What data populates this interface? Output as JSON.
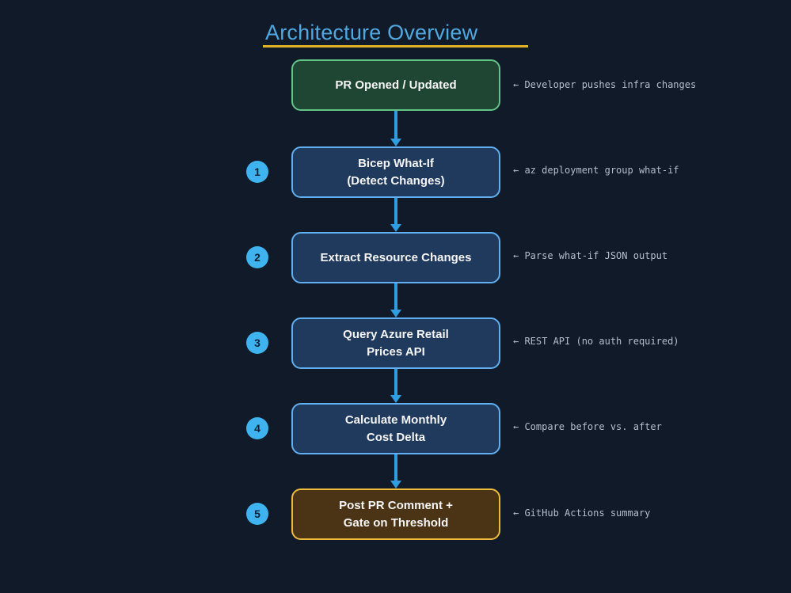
{
  "title": {
    "text": "Architecture Overview",
    "color": "#4fa8e0",
    "underline_color": "#e0b32b"
  },
  "colors": {
    "background": "#111a29",
    "arrow": "#2f9ddf",
    "badge_fill": "#3fb3f0",
    "badge_text": "#0e2133",
    "annotation_text": "#b3bfce",
    "box_text": "#f5f5f5"
  },
  "flow": {
    "steps": [
      {
        "label": "PR Opened / Updated",
        "annotation": "← Developer pushes infra changes",
        "badge": "",
        "fill": "#1f4533",
        "border": "#62c487"
      },
      {
        "label": "Bicep What-If\n(Detect Changes)",
        "annotation": "← az deployment group what-if",
        "badge": "1",
        "fill": "#1f3a5c",
        "border": "#61aff0"
      },
      {
        "label": "Extract Resource Changes",
        "annotation": "← Parse what-if JSON output",
        "badge": "2",
        "fill": "#1f3a5c",
        "border": "#61aff0"
      },
      {
        "label": "Query Azure Retail\nPrices API",
        "annotation": "← REST API (no auth required)",
        "badge": "3",
        "fill": "#1f3a5c",
        "border": "#61aff0"
      },
      {
        "label": "Calculate Monthly\nCost Delta",
        "annotation": "← Compare before vs. after",
        "badge": "4",
        "fill": "#1f3a5c",
        "border": "#61aff0"
      },
      {
        "label": "Post PR Comment +\nGate on Threshold",
        "annotation": "← GitHub Actions summary",
        "badge": "5",
        "fill": "#4b3416",
        "border": "#eebc3d"
      }
    ]
  }
}
